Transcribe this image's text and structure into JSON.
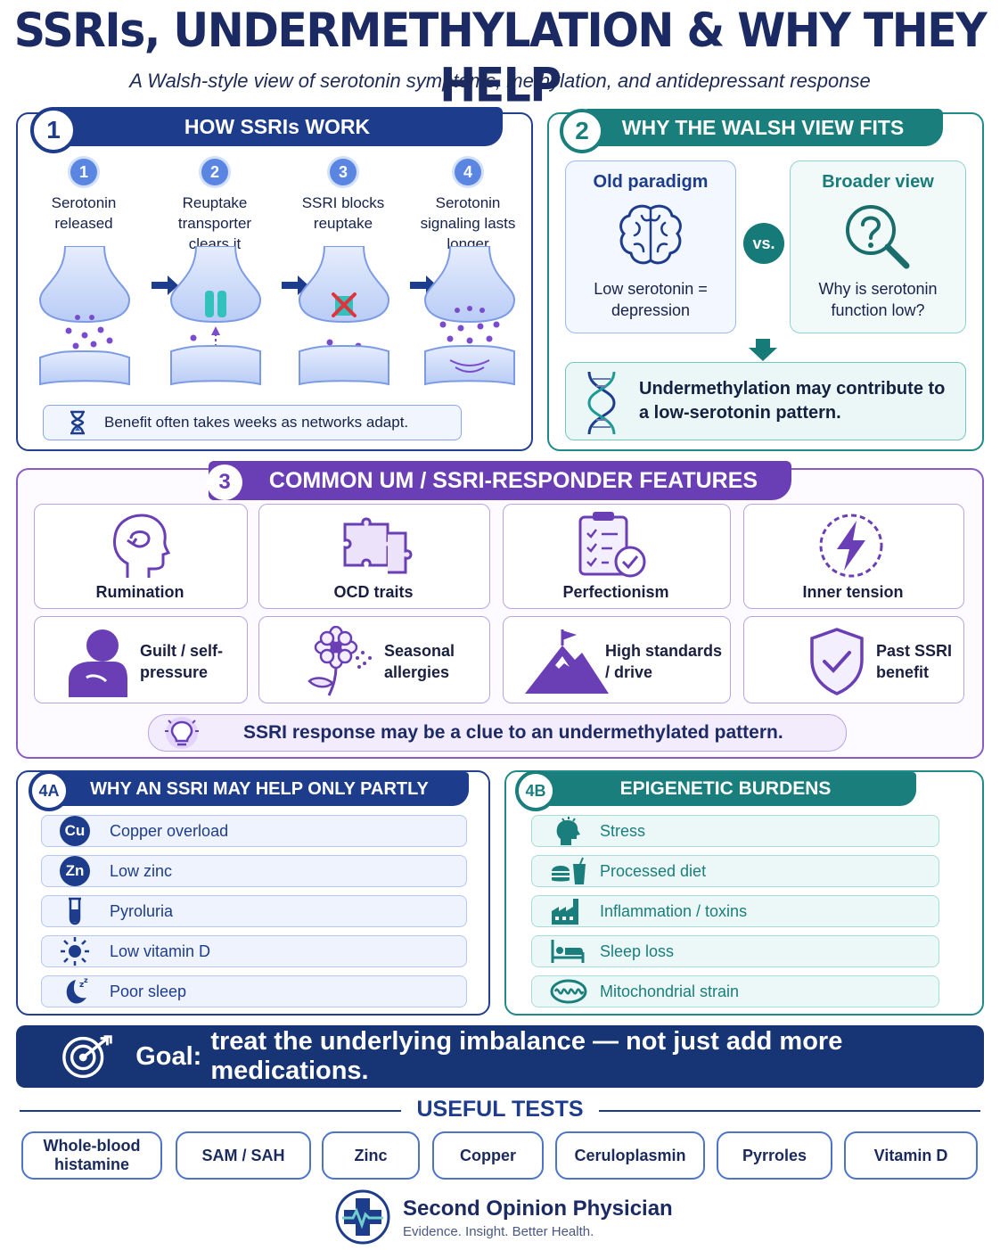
{
  "header": {
    "title": "SSRIs, UNDERMETHYLATION & WHY THEY HELP",
    "subtitle": "A Walsh-style view of serotonin symptoms, methylation, and antidepressant response"
  },
  "panel1": {
    "number": "1",
    "title": "HOW SSRIs WORK",
    "steps": [
      {
        "num": "1",
        "label": "Serotonin released"
      },
      {
        "num": "2",
        "label": "Reuptake transporter clears it"
      },
      {
        "num": "3",
        "label": "SSRI blocks reuptake"
      },
      {
        "num": "4",
        "label": "Serotonin signaling lasts longer"
      }
    ],
    "note": "Benefit often takes weeks as networks adapt."
  },
  "panel2": {
    "number": "2",
    "title": "WHY THE WALSH VIEW FITS",
    "old": {
      "heading": "Old paradigm",
      "text": "Low serotonin = depression"
    },
    "vs": "vs.",
    "broad": {
      "heading": "Broader view",
      "text": "Why is serotonin function low?"
    },
    "conclusion": "Undermethylation may contribute to a low-serotonin pattern."
  },
  "panel3": {
    "number": "3",
    "title": "COMMON UM / SSRI-RESPONDER FEATURES",
    "features": [
      "Rumination",
      "OCD traits",
      "Perfectionism",
      "Inner tension",
      "Guilt / self-pressure",
      "Seasonal allergies",
      "High standards / drive",
      "Past SSRI benefit"
    ],
    "note": "SSRI response may be a clue to an undermethylated pattern."
  },
  "panel4a": {
    "number": "4A",
    "title": "WHY AN SSRI MAY HELP ONLY PARTLY",
    "items": [
      {
        "icon": "Cu",
        "label": "Copper overload"
      },
      {
        "icon": "Zn",
        "label": "Low zinc"
      },
      {
        "icon": "",
        "label": "Pyroluria"
      },
      {
        "icon": "",
        "label": "Low vitamin D"
      },
      {
        "icon": "",
        "label": "Poor sleep"
      }
    ]
  },
  "panel4b": {
    "number": "4B",
    "title": "EPIGENETIC BURDENS",
    "items": [
      "Stress",
      "Processed diet",
      "Inflammation / toxins",
      "Sleep loss",
      "Mitochondrial strain"
    ]
  },
  "goal": {
    "lead": "Goal:",
    "text": "treat the underlying imbalance — not just add more medications."
  },
  "tests": {
    "heading": "USEFUL TESTS",
    "items": [
      "Whole-blood histamine",
      "SAM / SAH",
      "Zinc",
      "Copper",
      "Ceruloplasmin",
      "Pyrroles",
      "Vitamin D"
    ]
  },
  "footer": {
    "brand": "Second Opinion Physician",
    "tagline": "Evidence. Insight. Better Health."
  },
  "colors": {
    "navy": "#22408f",
    "teal": "#1f8a87",
    "purple": "#6a3fb5",
    "dark_banner": "#173474"
  }
}
